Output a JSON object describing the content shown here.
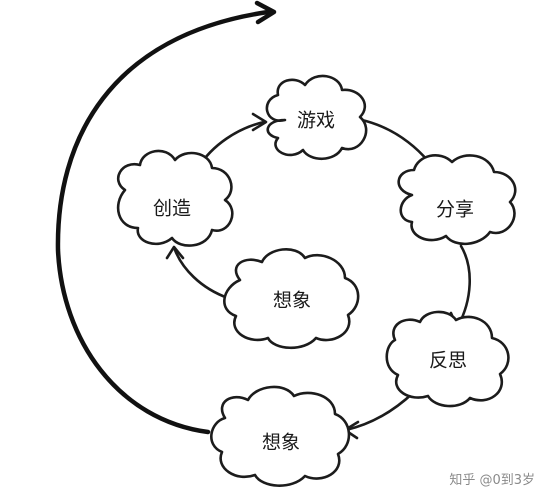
{
  "diagram": {
    "nodes": [
      {
        "id": "game",
        "label": "游戏"
      },
      {
        "id": "share",
        "label": "分享"
      },
      {
        "id": "reflect",
        "label": "反思"
      },
      {
        "id": "imagine-bottom",
        "label": "想象"
      },
      {
        "id": "create",
        "label": "创造"
      },
      {
        "id": "imagine-center",
        "label": "想象"
      }
    ],
    "edges": [
      {
        "from": "game",
        "to": "share"
      },
      {
        "from": "share",
        "to": "reflect"
      },
      {
        "from": "reflect",
        "to": "imagine-bottom"
      },
      {
        "from": "imagine-center",
        "to": "create"
      },
      {
        "from": "create",
        "to": "game"
      },
      {
        "from": "imagine-bottom",
        "to": "game",
        "style": "large-outer-arc"
      }
    ]
  },
  "watermark": {
    "text": "知乎 @0到3岁"
  }
}
